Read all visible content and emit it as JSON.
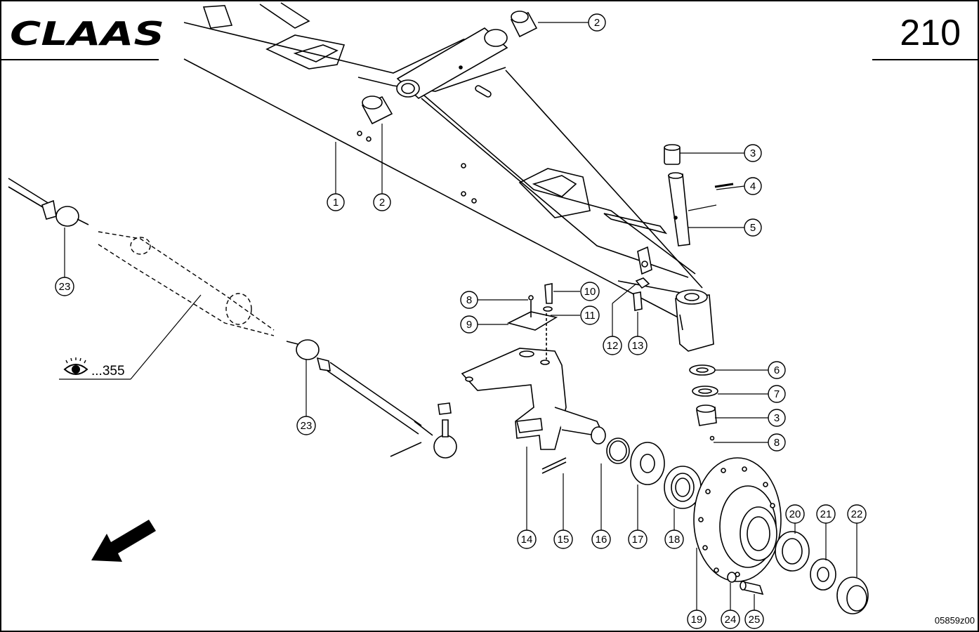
{
  "header": {
    "brand": "CLAAS",
    "page_number": "210"
  },
  "reference": {
    "label": "...355",
    "icon": "eye-icon"
  },
  "drawing_number": "05859z00",
  "callouts": [
    {
      "id": "c1",
      "label": "1"
    },
    {
      "id": "c2a",
      "label": "2"
    },
    {
      "id": "c2b",
      "label": "2"
    },
    {
      "id": "c3a",
      "label": "3"
    },
    {
      "id": "c3b",
      "label": "3"
    },
    {
      "id": "c4",
      "label": "4"
    },
    {
      "id": "c5",
      "label": "5"
    },
    {
      "id": "c6",
      "label": "6"
    },
    {
      "id": "c7",
      "label": "7"
    },
    {
      "id": "c8a",
      "label": "8"
    },
    {
      "id": "c8b",
      "label": "8"
    },
    {
      "id": "c9",
      "label": "9"
    },
    {
      "id": "c10",
      "label": "10"
    },
    {
      "id": "c11",
      "label": "11"
    },
    {
      "id": "c12",
      "label": "12"
    },
    {
      "id": "c13",
      "label": "13"
    },
    {
      "id": "c14",
      "label": "14"
    },
    {
      "id": "c15",
      "label": "15"
    },
    {
      "id": "c16",
      "label": "16"
    },
    {
      "id": "c17",
      "label": "17"
    },
    {
      "id": "c18",
      "label": "18"
    },
    {
      "id": "c19",
      "label": "19"
    },
    {
      "id": "c20",
      "label": "20"
    },
    {
      "id": "c21",
      "label": "21"
    },
    {
      "id": "c22",
      "label": "22"
    },
    {
      "id": "c23a",
      "label": "23"
    },
    {
      "id": "c23b",
      "label": "23"
    },
    {
      "id": "c24",
      "label": "24"
    },
    {
      "id": "c25",
      "label": "25"
    }
  ],
  "colors": {
    "line": "#000000",
    "background": "#ffffff"
  }
}
